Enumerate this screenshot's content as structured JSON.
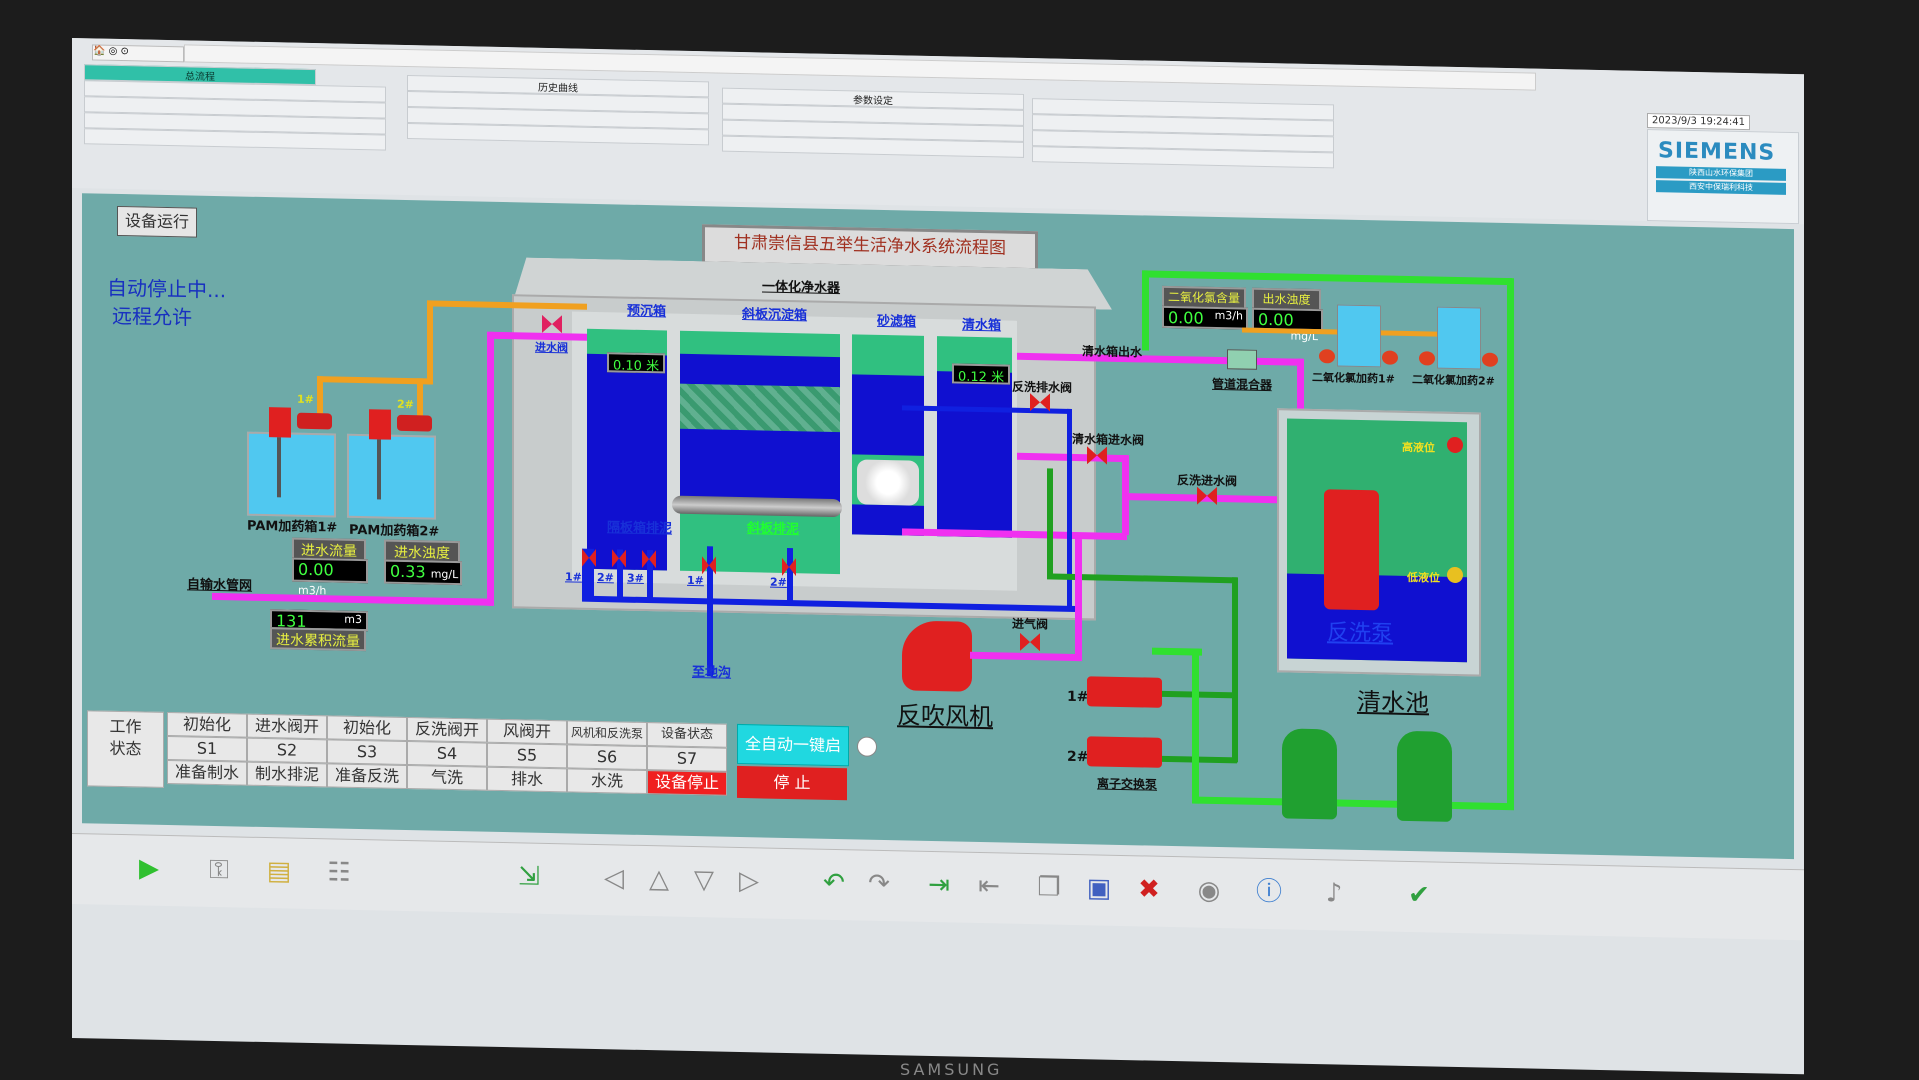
{
  "header": {
    "nav_tabs": [
      "总流程",
      "历史曲线",
      "参数设定"
    ],
    "datetime": "2023/9/3 19:24:41",
    "brand": "SIEMENS",
    "brand_sub1": "陕西山水环保集团",
    "brand_sub2": "西安中保瑞利科技"
  },
  "process": {
    "run_button": "设备运行",
    "title": "甘肃崇信县五举生活净水系统流程图",
    "status_line1": "自动停止中...",
    "status_line2": "远程允许",
    "purifier_label": "一体化净水器",
    "sections": [
      "预沉箱",
      "斜板沉淀箱",
      "砂滤箱",
      "清水箱"
    ],
    "inlet_valve_label": "进水阀",
    "level_pre": "0.10 米",
    "level_clear": "0.12 米",
    "drain_baffle": "隔板箱排泥",
    "drain_slant": "斜板排泥",
    "to_ditch": "至地沟",
    "valve_nums": [
      "1#",
      "2#",
      "3#",
      "1#",
      "2#"
    ],
    "pam_tank1": "PAM加药箱1#",
    "pam_tank2": "PAM加药箱2#",
    "pam_nums": [
      "1#",
      "2#"
    ],
    "inlet_pipe": "自输水管网",
    "inflow_head": "进水流量",
    "inflow_val": "0.00",
    "inflow_unit": "m3/h",
    "turb_in_head": "进水浊度",
    "turb_in_val": "0.33",
    "turb_in_unit": "mg/L",
    "cum_val": "131",
    "cum_unit": "m3",
    "cum_head": "进水累积流量",
    "clo2_head": "二氧化氯含量",
    "clo2_val": "0.00",
    "clo2_unit": "m3/h",
    "turb_out_head": "出水浊度",
    "turb_out_val": "0.00",
    "turb_out_unit": "mg/L",
    "clear_tank_out": "清水箱出水",
    "mixer": "管道混合器",
    "clo2_doser1": "二氧化氯加药1#",
    "clo2_doser2": "二氧化氯加药2#",
    "backwash_drain_valve": "反洗排水阀",
    "clear_tank_inlet_valve": "清水箱进水阀",
    "backwash_inlet_valve": "反洗进水阀",
    "high_level": "高液位",
    "low_level": "低液位",
    "backwash_pump": "反洗泵",
    "clear_pool": "清水池",
    "air_valve": "进气阀",
    "blower": "反吹风机",
    "ion_pump": "离子交换泵",
    "ion_nums": [
      "1#",
      "2#"
    ]
  },
  "status_bar": {
    "label": "工作\n状态",
    "steps": [
      {
        "top": "初始化",
        "code": "S1",
        "bottom": "准备制水"
      },
      {
        "top": "进水阀开",
        "code": "S2",
        "bottom": "制水排泥"
      },
      {
        "top": "初始化",
        "code": "S3",
        "bottom": "准备反洗"
      },
      {
        "top": "反洗阀开",
        "code": "S4",
        "bottom": "气洗"
      },
      {
        "top": "风阀开",
        "code": "S5",
        "bottom": "排水"
      },
      {
        "top": "风机和反洗泵",
        "code": "S6",
        "bottom": "水洗"
      },
      {
        "top": "设备状态",
        "code": "S7",
        "bottom": "设备停止"
      }
    ],
    "auto_start": "全自动一键启动",
    "stop": "停 止"
  },
  "monitor_brand": "SAMSUNG",
  "colors": {
    "bg": "#6eaaa8",
    "orange_pipe": "#f0a020",
    "magenta_pipe": "#f030f0",
    "blue_pipe": "#1020e0",
    "green_pipe": "#30e030"
  }
}
